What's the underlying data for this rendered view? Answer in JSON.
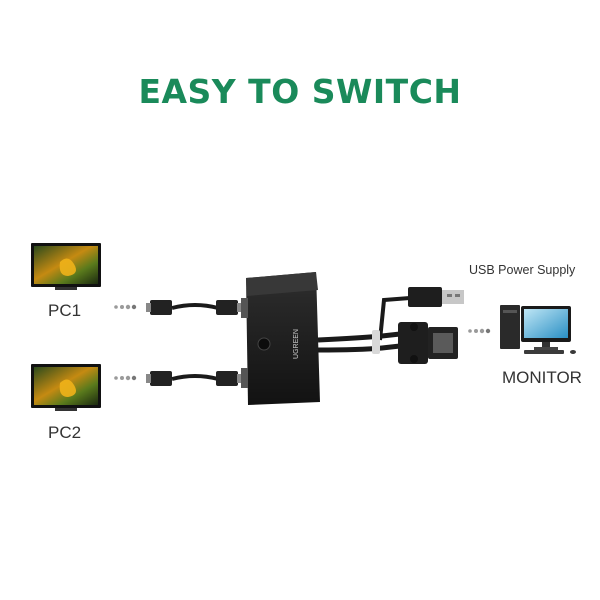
{
  "headline": "EASY TO SWITCH",
  "labels": {
    "pc1": "PC1",
    "pc2": "PC2",
    "monitor": "MONITOR",
    "usb_power": "USB Power Supply"
  },
  "device": {
    "brand_text": "UGREEN"
  },
  "colors": {
    "headline": "#1a8a5a",
    "device": "#1c1c1c",
    "cable": "#1a1a1a"
  }
}
